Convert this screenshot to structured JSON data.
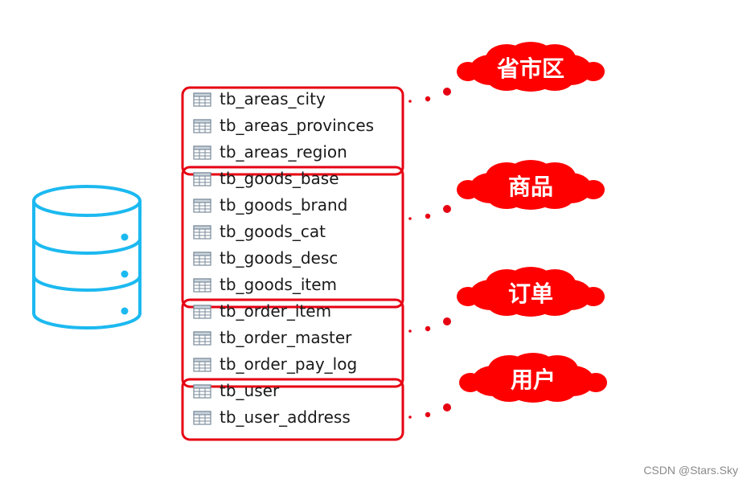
{
  "colors": {
    "frame": "#e60012",
    "cloud": "#ff0000",
    "database": "#1cb9f0",
    "table_icon_border": "#7a8a99",
    "table_icon_header": "#c9d3dc"
  },
  "database_icon": "database-icon",
  "groups": [
    {
      "label": "省市区",
      "tables": [
        "tb_areas_city",
        "tb_areas_provinces",
        "tb_areas_region"
      ]
    },
    {
      "label": "商品",
      "tables": [
        "tb_goods_base",
        "tb_goods_brand",
        "tb_goods_cat",
        "tb_goods_desc",
        "tb_goods_item"
      ]
    },
    {
      "label": "订单",
      "tables": [
        "tb_order_item",
        "tb_order_master",
        "tb_order_pay_log"
      ]
    },
    {
      "label": "用户",
      "tables": [
        "tb_user",
        "tb_user_address"
      ]
    }
  ],
  "watermark": "CSDN @Stars.Sky"
}
